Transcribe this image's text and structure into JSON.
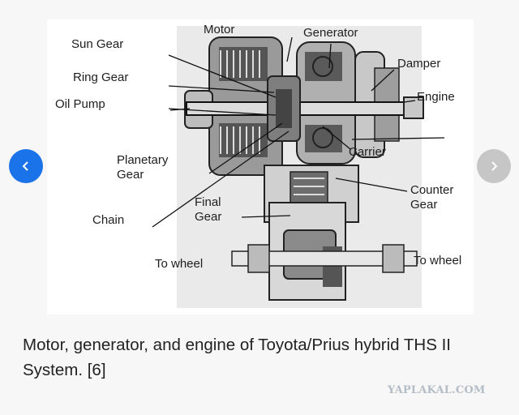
{
  "diagram": {
    "labels": {
      "motor": "Motor",
      "generator": "Generator",
      "sun_gear": "Sun Gear",
      "damper": "Damper",
      "ring_gear": "Ring Gear",
      "engine": "Engine",
      "oil_pump": "Oil Pump",
      "carrier": "Carrier",
      "planetary_gear": "Planetary\nGear",
      "counter_gear": "Counter\nGear",
      "final_gear": "Final\nGear",
      "chain": "Chain",
      "to_wheel_left": "To wheel",
      "to_wheel_right": "To wheel"
    }
  },
  "nav": {
    "prev_icon": "chevron-left-icon",
    "next_icon": "chevron-right-icon",
    "prev_color": "#1a73e8",
    "next_color": "#c6c6c6"
  },
  "caption": "Motor, generator, and engine of Toyota/Prius hybrid THS II System. [6]",
  "watermark": "YAPLAKAL.COM"
}
